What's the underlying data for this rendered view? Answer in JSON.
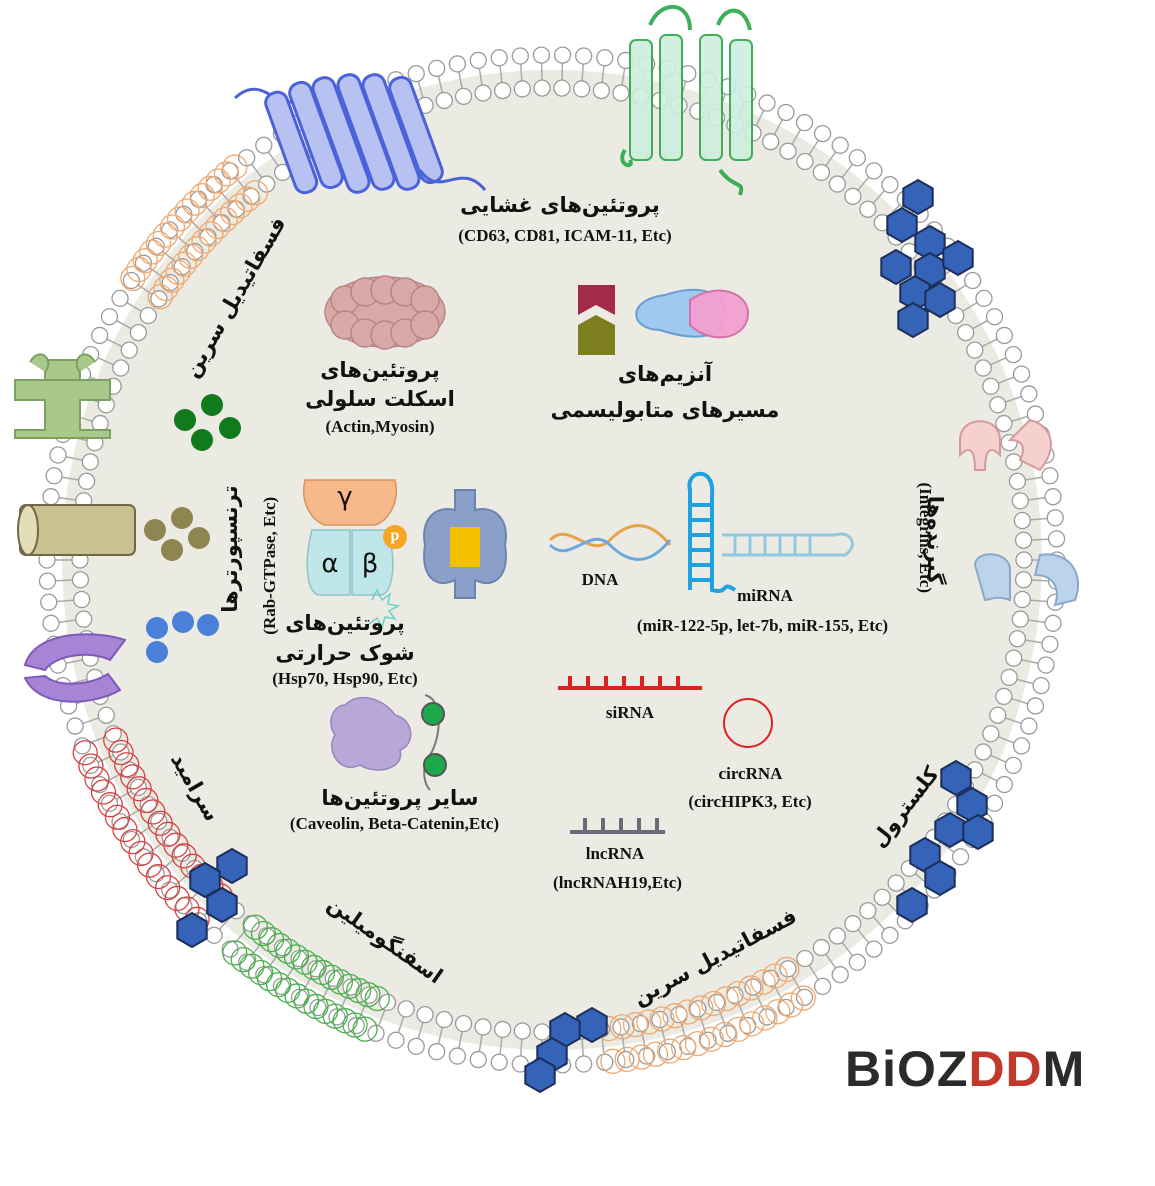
{
  "labels": {
    "membrane_proteins": "پروتئین‌های غشایی",
    "membrane_proteins_examples": "(CD63, CD81, ICAM-11, Etc)",
    "cytoskeleton_line1": "پروتئین‌های",
    "cytoskeleton_line2": "اسکلت سلولی",
    "cytoskeleton_examples": "(Actin,Myosin)",
    "enzymes_line1": "آنزیم‌های",
    "enzymes_line2": "مسیرهای متابولیسمی",
    "heat_shock_line1": "پروتئین‌های",
    "heat_shock_line2": "شوک حرارتی",
    "heat_shock_examples": "(Hsp70, Hsp90, Etc)",
    "other_proteins": "سایر پروتئین‌ها",
    "other_proteins_examples": "(Caveolin, Beta-Catenin,Etc)",
    "dna": "DNA",
    "mirna": "miRNA",
    "mirna_examples": "(miR-122-5p, let-7b, miR-155, Etc)",
    "sirna": "siRNA",
    "circrna": "circRNA",
    "circrna_examples": "(circHIPK3, Etc)",
    "lncrna": "lncRNA",
    "lncrna_examples": "(lncRNAH19,Etc)",
    "phosphatidylserine_top": "فسفاتیدیل سرین",
    "phosphatidylserine_bottom": "فسفاتیدیل سرین",
    "transporters": "ترنسپورترها",
    "transporters_examples": "(Rab-GTPase, Etc)",
    "ceramide": "سرامید",
    "sphingomyelin": "اسفنگومیلین",
    "receptors": "گیرنده‌ها",
    "receptors_examples": "(Integrins, Etc)",
    "cholesterol": "کلسترول",
    "gamma": "γ",
    "alpha": "α",
    "beta": "β",
    "p": "p"
  },
  "logo": {
    "part1": "BiOZ",
    "part2": "DD",
    "part3": "M"
  },
  "colors": {
    "cytoplasm": "#ecebe3",
    "membrane_bead": "#ffffff",
    "membrane_stroke": "#9a9a9a",
    "membrane_protein_blue": "#4a63d8",
    "membrane_protein_green": "#2aa84a",
    "cholesterol": "#3563b8",
    "mirna": "#1ea3e0",
    "sirna": "#e02020",
    "circrna": "#e02020",
    "lncrna": "#6a6a7a",
    "green_dots": "#117a1d",
    "olive_dots": "#8f8550",
    "blue_dots": "#4a80d8",
    "logo_dna": "#c0392b"
  }
}
